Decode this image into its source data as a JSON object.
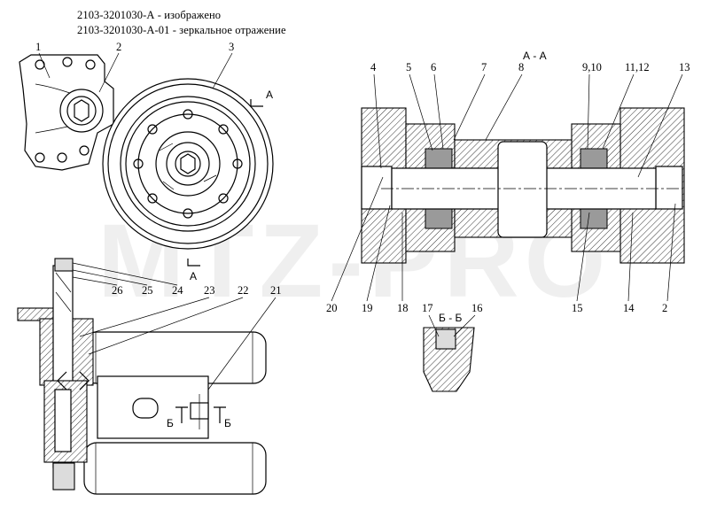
{
  "header": {
    "line1": "2103-3201030-А - изображено",
    "line2": "2103-3201030-А-01 - зеркальное отражение"
  },
  "sections": {
    "aa_title": "А - А",
    "bb_title": "Б - Б",
    "cut_a_top": "А",
    "cut_a_bottom": "А",
    "cut_b_left": "Б",
    "cut_b_right": "Б"
  },
  "watermark": "MTZ-PRO",
  "callouts": {
    "c1": "1",
    "c2": "2",
    "c3": "3",
    "c4": "4",
    "c5": "5",
    "c6": "6",
    "c7": "7",
    "c8": "8",
    "c9_10": "9,10",
    "c11_12": "11,12",
    "c13": "13",
    "c14": "14",
    "c15": "15",
    "c2b": "2",
    "c16": "16",
    "c17": "17",
    "c18": "18",
    "c19": "19",
    "c20": "20",
    "c21": "21",
    "c22": "22",
    "c23": "23",
    "c24": "24",
    "c25": "25",
    "c26": "26"
  }
}
